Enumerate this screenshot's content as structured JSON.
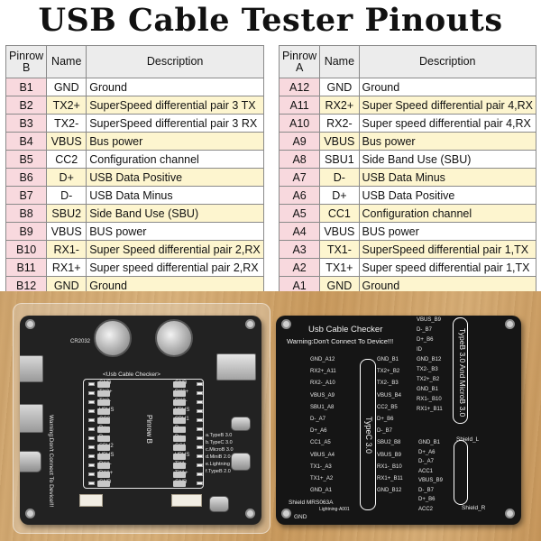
{
  "title": "USB Cable Tester Pinouts",
  "table_b": {
    "headers": {
      "pin": "Pinrow B",
      "name": "Name",
      "desc": "Description"
    },
    "rows": [
      {
        "pin": "B1",
        "name": "GND",
        "desc": "Ground"
      },
      {
        "pin": "B2",
        "name": "TX2+",
        "desc": "SuperSpeed differential pair 3 TX"
      },
      {
        "pin": "B3",
        "name": "TX2-",
        "desc": "SuperSpeed differential pair 3 RX"
      },
      {
        "pin": "B4",
        "name": "VBUS",
        "desc": "Bus power"
      },
      {
        "pin": "B5",
        "name": "CC2",
        "desc": "Configuration channel"
      },
      {
        "pin": "B6",
        "name": "D+",
        "desc": "USB Data Positive"
      },
      {
        "pin": "B7",
        "name": "D-",
        "desc": "USB Data Minus"
      },
      {
        "pin": "B8",
        "name": "SBU2",
        "desc": "Side Band Use (SBU)"
      },
      {
        "pin": "B9",
        "name": "VBUS",
        "desc": "BUS power"
      },
      {
        "pin": "B10",
        "name": "RX1-",
        "desc": "Super Speed differential pair 2,RX"
      },
      {
        "pin": "B11",
        "name": "RX1+",
        "desc": "Super speed differential pair 2,RX"
      },
      {
        "pin": "B12",
        "name": "GND",
        "desc": "Ground"
      }
    ]
  },
  "table_a": {
    "headers": {
      "pin": "Pinrow A",
      "name": "Name",
      "desc": "Description"
    },
    "rows": [
      {
        "pin": "A12",
        "name": "GND",
        "desc": "Ground"
      },
      {
        "pin": "A11",
        "name": "RX2+",
        "desc": "Super Speed differential pair 4,RX"
      },
      {
        "pin": "A10",
        "name": "RX2-",
        "desc": "Super speed differential pair 4,RX"
      },
      {
        "pin": "A9",
        "name": "VBUS",
        "desc": "Bus power"
      },
      {
        "pin": "A8",
        "name": "SBU1",
        "desc": "Side Band Use (SBU)"
      },
      {
        "pin": "A7",
        "name": "D-",
        "desc": "USB Data Minus"
      },
      {
        "pin": "A6",
        "name": "D+",
        "desc": "USB Data Positive"
      },
      {
        "pin": "A5",
        "name": "CC1",
        "desc": "Configuration channel"
      },
      {
        "pin": "A4",
        "name": "VBUS",
        "desc": "BUS power"
      },
      {
        "pin": "A3",
        "name": "TX1-",
        "desc": "SuperSpeed differential pair 1,TX"
      },
      {
        "pin": "A2",
        "name": "TX1+",
        "desc": "Super speed differential pair 1,TX"
      },
      {
        "pin": "A1",
        "name": "GND",
        "desc": "Ground"
      }
    ]
  },
  "photo": {
    "board_front": {
      "title": "<Usb Cable Checker>",
      "battery_label": "CR2032",
      "pinrow_label": "Pinrow B",
      "warning_side": "Warning:Don't Connect To Device!!!",
      "left_pins": [
        "GND",
        "TX2+",
        "TX2-",
        "VBUS",
        "CC2",
        "D+",
        "D-",
        "SBU2",
        "VBUS",
        "RX1-",
        "RX1+",
        "GND"
      ],
      "right_pins": [
        "GND",
        "RX2+",
        "RX2-",
        "VBUS",
        "SBU1",
        "D-",
        "D+",
        "CC1",
        "VBUS",
        "TX1-",
        "TX1+",
        "GND"
      ],
      "legend": [
        "a.TypeB 3.0",
        "b.TypeC 3.0",
        "c.MicroB 3.0",
        "d.MiniB 2.0",
        "e.Lightning",
        "f.TypeB 2.0"
      ]
    },
    "board_back": {
      "title": "Usb Cable Checker",
      "warning": "Warning:Don't Connect To Device!!!",
      "typec_label": "TypeC 3.0",
      "microb_label": "TypeB 3.0 And MicroB 3.0",
      "shield_left": "Shield_L",
      "shield_right": "Shield_R",
      "shield_label": "Shield MRS063A",
      "gnd_label": "GND",
      "lightning_label": "Lightning-A001",
      "left_labels": [
        "GND_A12",
        "RX2+_A11",
        "RX2-_A10",
        "VBUS_A9",
        "SBU1_A8",
        "D-_A7",
        "D+_A6",
        "CC1_A5",
        "VBUS_A4",
        "TX1-_A3",
        "TX1+_A2",
        "GND_A1"
      ],
      "mid_labels": [
        "GND_B1",
        "TX2+_B2",
        "TX2-_B3",
        "VBUS_B4",
        "CC2_B5",
        "D+_B6",
        "D-_B7",
        "SBU2_B8",
        "VBUS_B9",
        "RX1-_B10",
        "RX1+_B11",
        "GND_B12"
      ],
      "right_labels": [
        "VBUS_B9",
        "D-_B7",
        "D+_B6",
        "ID",
        "GND_B12",
        "TX2-_B3",
        "TX2+_B2",
        "GND_B1",
        "RX1-_B10",
        "RX1+_B11"
      ],
      "far_labels": [
        "GND_B1",
        "D+_A6",
        "D-_A7",
        "ACC1",
        "VBUS_B9",
        "D-_B7",
        "D+_B6",
        "ACC2"
      ]
    }
  }
}
